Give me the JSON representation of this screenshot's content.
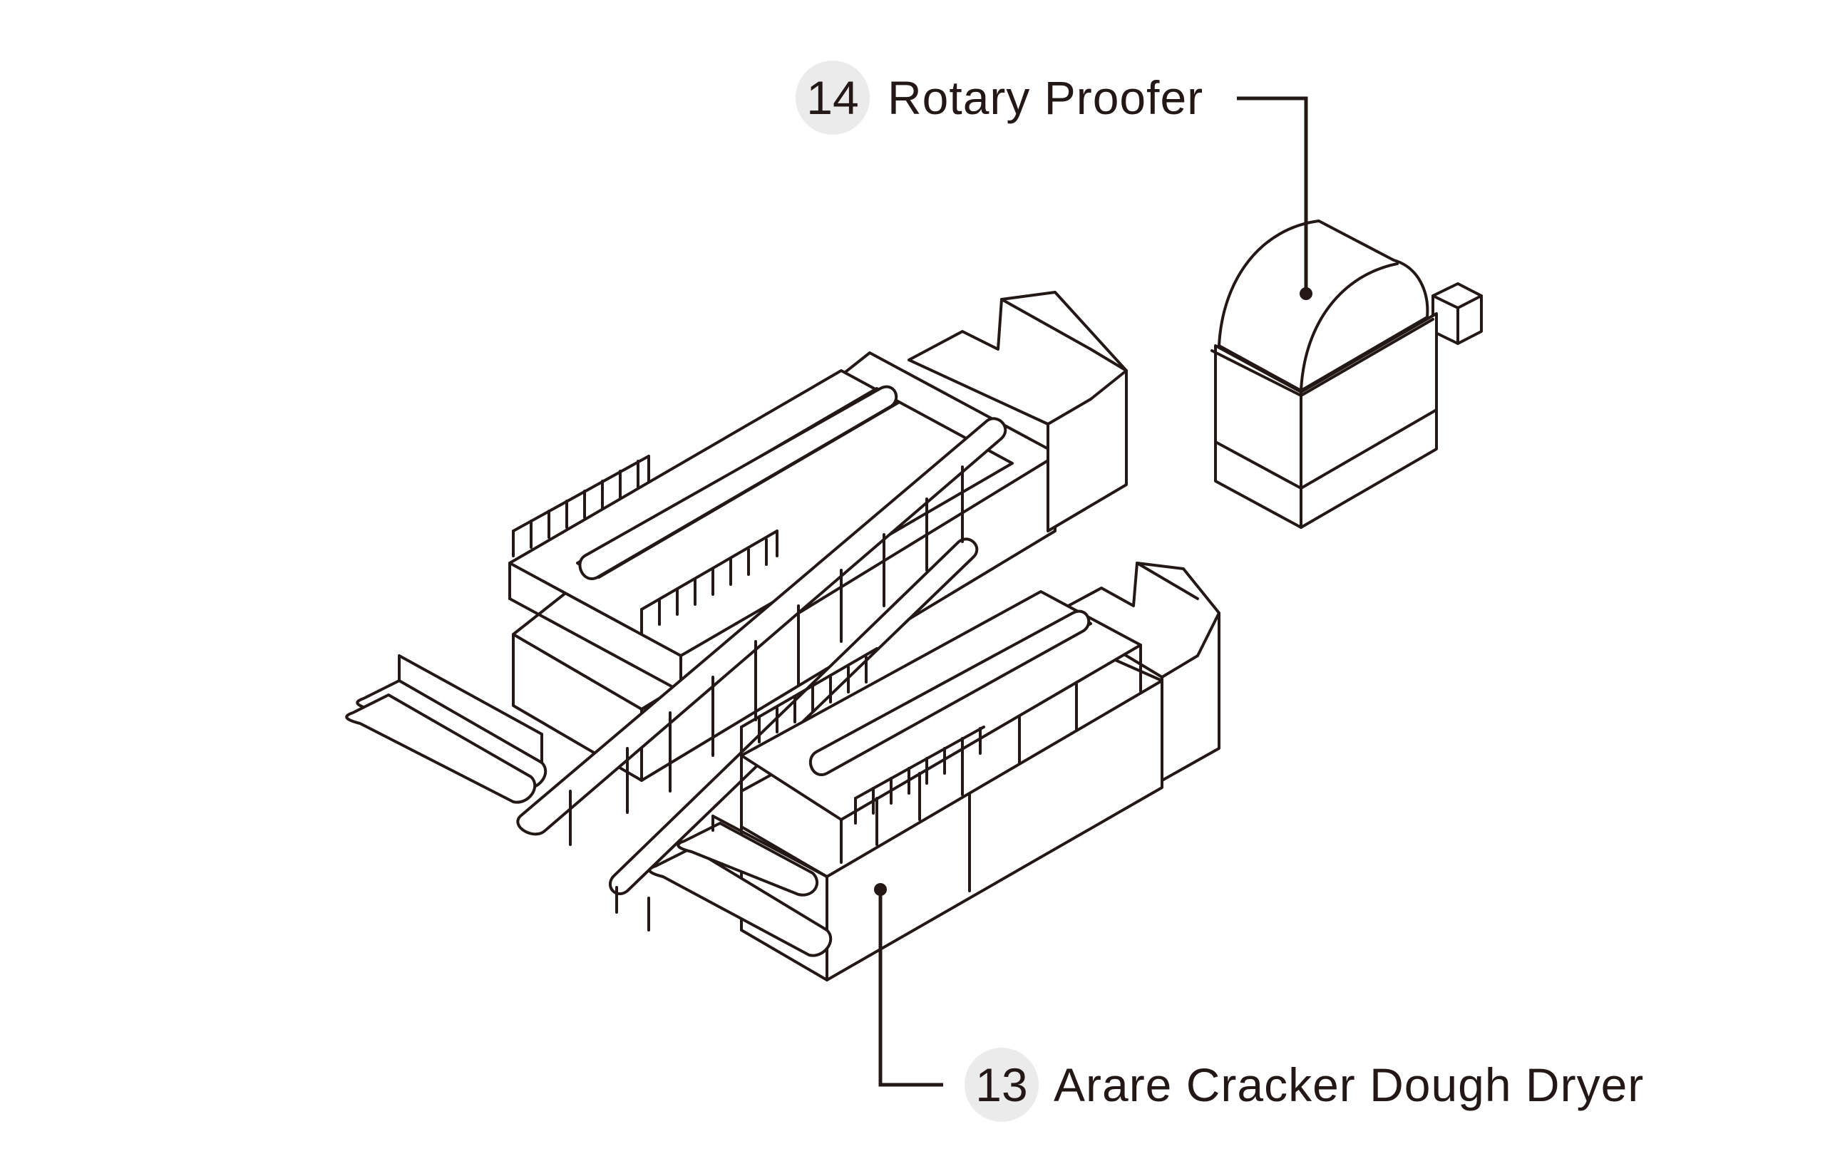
{
  "callouts": [
    {
      "number": "14",
      "label": "Rotary Proofer"
    },
    {
      "number": "13",
      "label": "Arare Cracker Dough Dryer"
    }
  ],
  "colors": {
    "line": "#231815",
    "badge": "#ebebeb",
    "background": "#ffffff"
  }
}
